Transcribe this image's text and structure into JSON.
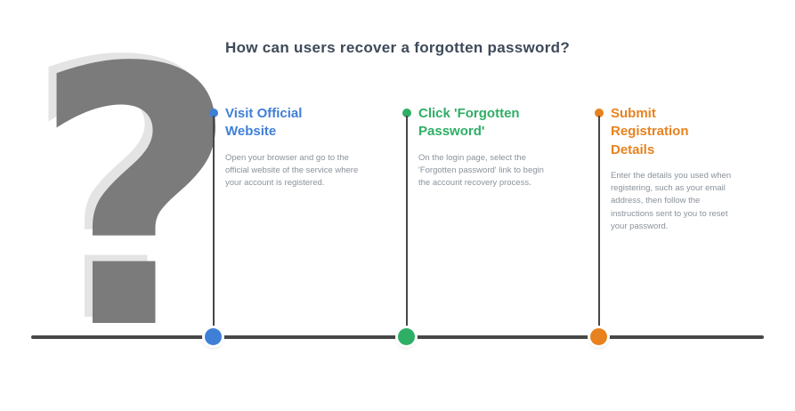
{
  "title": "How can users recover a forgotten password?",
  "question_mark": "?",
  "colors": {
    "step_blue": "#3f7fd6",
    "step_green": "#2fae66",
    "step_orange": "#e8821e",
    "timeline_line": "#474747",
    "title_text": "#3e4a59",
    "body_text": "#8a929b",
    "question_mark": "#7b7b7b"
  },
  "steps": [
    {
      "title": "Visit Official Website",
      "description": "Open your browser and go to the official website of the service where your account is registered.",
      "color": "#3f7fd6"
    },
    {
      "title": "Click 'Forgotten Password'",
      "description": "On the login page, select the 'Forgotten password' link to begin the account recovery process.",
      "color": "#2fae66"
    },
    {
      "title": "Submit Registration Details",
      "description": "Enter the details you used when registering, such as your email address, then follow the instructions sent to you to reset your password.",
      "color": "#e8821e"
    }
  ]
}
